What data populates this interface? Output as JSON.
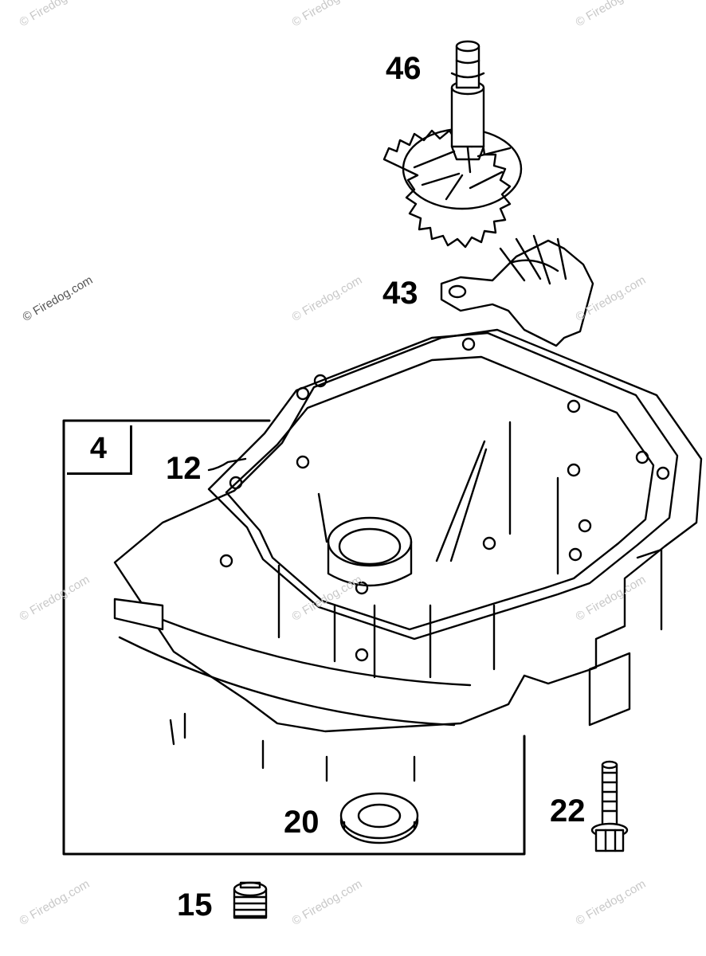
{
  "callouts": {
    "part_46": "46",
    "part_43": "43",
    "part_4": "4",
    "part_12": "12",
    "part_20": "20",
    "part_22": "22",
    "part_15": "15"
  },
  "watermark": "© Firedog.com",
  "colors": {
    "line": "#000000",
    "watermark": "#c8c8c8",
    "background": "#ffffff"
  }
}
